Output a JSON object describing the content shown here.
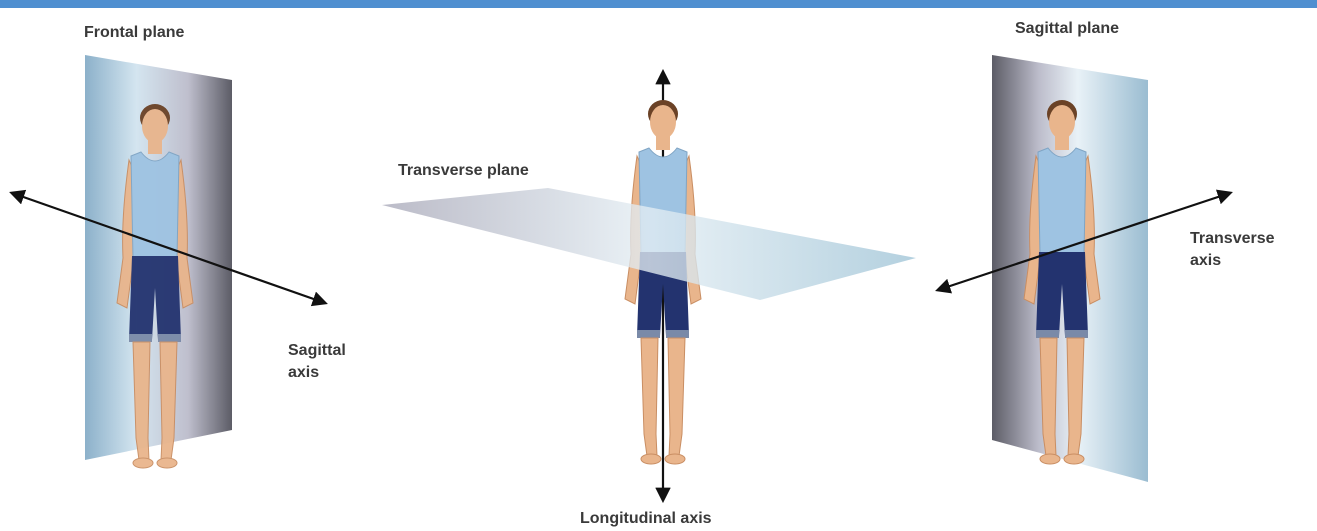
{
  "labels": {
    "frontal_plane": "Frontal plane",
    "sagittal_plane": "Sagittal plane",
    "transverse_plane": "Transverse plane",
    "sagittal_axis": "Sagittal\naxis",
    "transverse_axis": "Transverse\naxis",
    "longitudinal_axis": "Longitudinal axis"
  },
  "colors": {
    "accent_bar": "#4f8fd0",
    "label_text": "#3a3a3a",
    "skin": "#e9b58c",
    "skin_shade": "#c98e63",
    "hair": "#6b4226",
    "tank_top": "#9ec3e2",
    "shorts": "#23336f",
    "plane_light": "#cfe2ee",
    "plane_dark": "#4a4a55",
    "arrow": "#111111"
  }
}
